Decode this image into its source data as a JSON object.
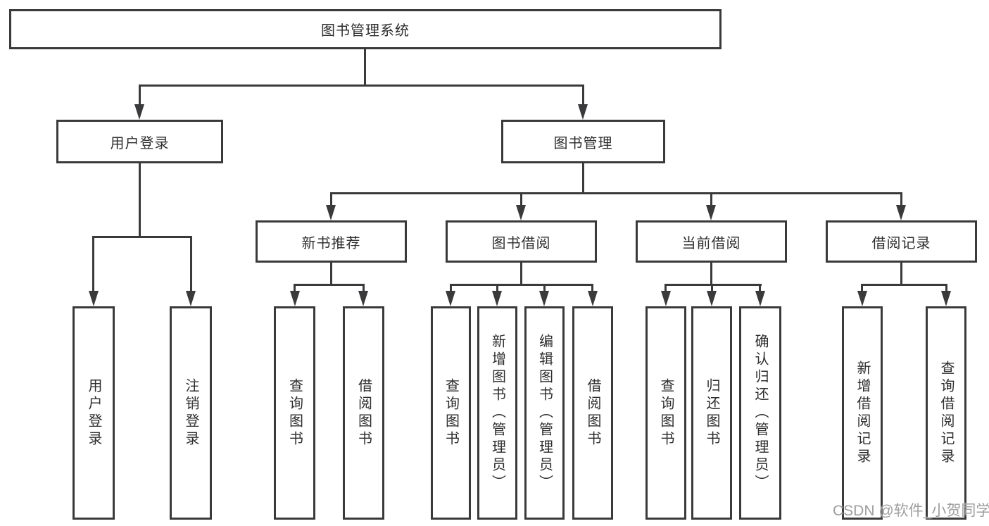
{
  "colors": {
    "line": "#3a3a3c",
    "text": "#2e2e30",
    "watermark": "#9e9e9e",
    "background": "#ffffff"
  },
  "tree": {
    "root": {
      "label": "图书管理系统",
      "children": [
        {
          "label": "用户登录",
          "children": [
            {
              "label": "用户登录"
            },
            {
              "label": "注销登录"
            }
          ]
        },
        {
          "label": "图书管理",
          "children": [
            {
              "label": "新书推荐",
              "children": [
                {
                  "label": "查询图书"
                },
                {
                  "label": "借阅图书"
                }
              ]
            },
            {
              "label": "图书借阅",
              "children": [
                {
                  "label": "查询图书"
                },
                {
                  "label": "新增图书（管理员）"
                },
                {
                  "label": "编辑图书（管理员）"
                },
                {
                  "label": "借阅图书"
                }
              ]
            },
            {
              "label": "当前借阅",
              "children": [
                {
                  "label": "查询图书"
                },
                {
                  "label": "归还图书"
                },
                {
                  "label": "确认归还（管理员）"
                }
              ]
            },
            {
              "label": "借阅记录",
              "children": [
                {
                  "label": "新增借阅记录"
                },
                {
                  "label": "查询借阅记录"
                }
              ]
            }
          ]
        }
      ]
    }
  },
  "watermark": {
    "text": "CSDN @软件_小贺同学"
  }
}
